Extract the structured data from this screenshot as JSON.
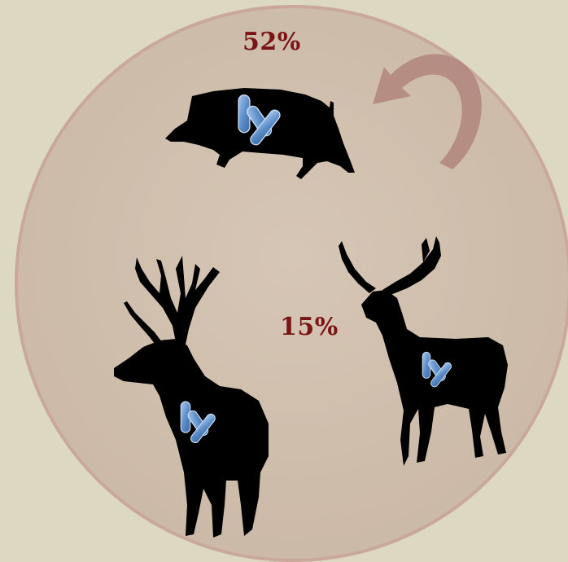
{
  "colors": {
    "background": "#ddd8c2",
    "circle_fill": "#d2c1b0",
    "circle_edge": "#c9a89a",
    "arrow": "#b3877e",
    "silhouette": "#000000",
    "bacteria": "#6d9bd1",
    "percent_text": "#7b1414"
  },
  "labels": {
    "wild_boar_percent": "52%",
    "deer_percent": "15%"
  },
  "icons": [
    "circle-background",
    "cycle-arrow-icon",
    "wild-boar-icon",
    "red-deer-icon",
    "fallow-deer-icon",
    "bacteria-icon"
  ]
}
